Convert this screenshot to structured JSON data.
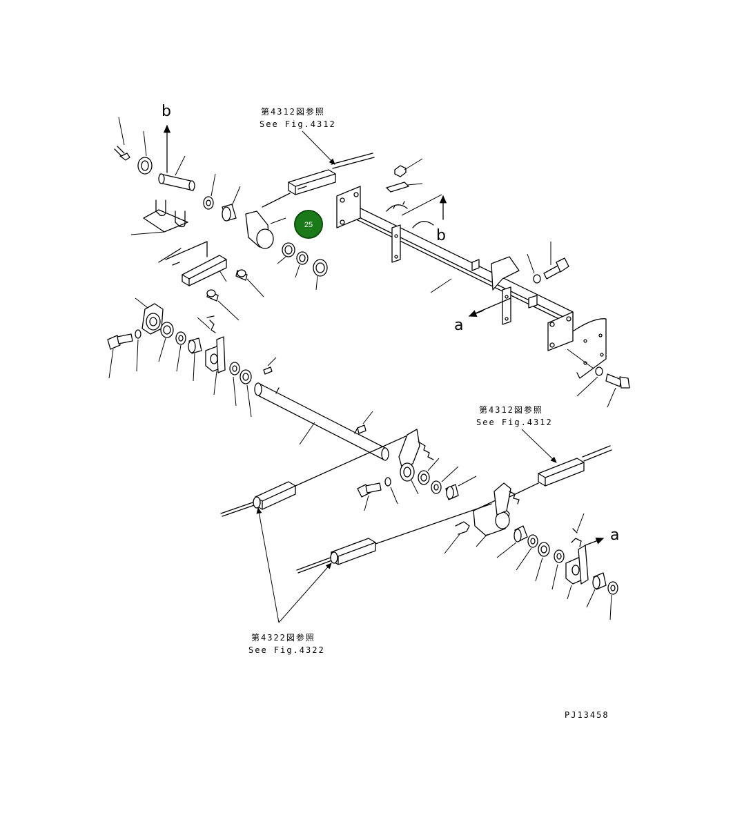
{
  "references": {
    "ref_top": {
      "jp": "第4312図参照",
      "en": "See Fig.4312"
    },
    "ref_mid": {
      "jp": "第4312図参照",
      "en": "See Fig.4312"
    },
    "ref_bottom": {
      "jp": "第4322図参照",
      "en": "See Fig.4322"
    }
  },
  "arrow_labels": {
    "b_top": "b",
    "b_right": "b",
    "a_left": "a",
    "a_right": "a"
  },
  "callout": {
    "number": "25",
    "color": "#1a7a1a"
  },
  "drawing_code": "PJ13458"
}
